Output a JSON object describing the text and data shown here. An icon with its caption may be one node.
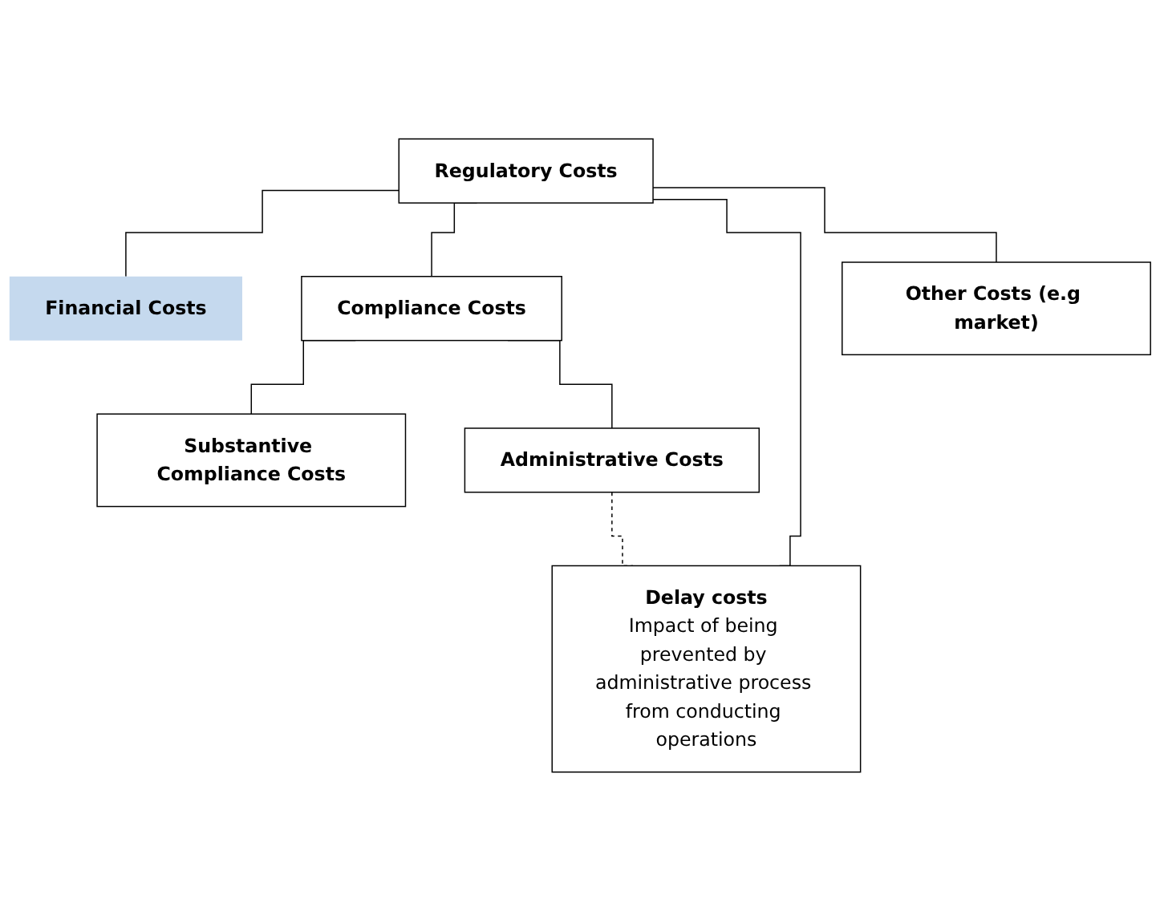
{
  "diagram": {
    "nodes": [
      {
        "text": [
          "Regulatory Costs"
        ]
      },
      {
        "text": [
          "Financial Costs"
        ]
      },
      {
        "text": [
          "Compliance Costs"
        ]
      },
      {
        "text": [
          "Other Costs (e.g market)"
        ]
      },
      {
        "text": [
          "Substantive Compliance Costs"
        ]
      },
      {
        "text": [
          "Administrative Costs"
        ]
      },
      {
        "text": [
          "Delay costs",
          "Impact of being prevented by administrative process from conducting operations"
        ]
      }
    ],
    "edges": [
      {
        "from": 0,
        "to": 1,
        "arrow": "none"
      },
      {
        "from": 0,
        "to": 2,
        "arrow": "none"
      },
      {
        "from": 0,
        "to": 6,
        "arrow": "none"
      },
      {
        "from": 0,
        "to": 3,
        "arrow": "none"
      },
      {
        "from": 2,
        "to": 4,
        "arrow": "none"
      },
      {
        "from": 2,
        "to": 5,
        "arrow": "none"
      },
      {
        "from": 5,
        "to": 6,
        "arrow": "none",
        "style": "dashed"
      }
    ]
  }
}
